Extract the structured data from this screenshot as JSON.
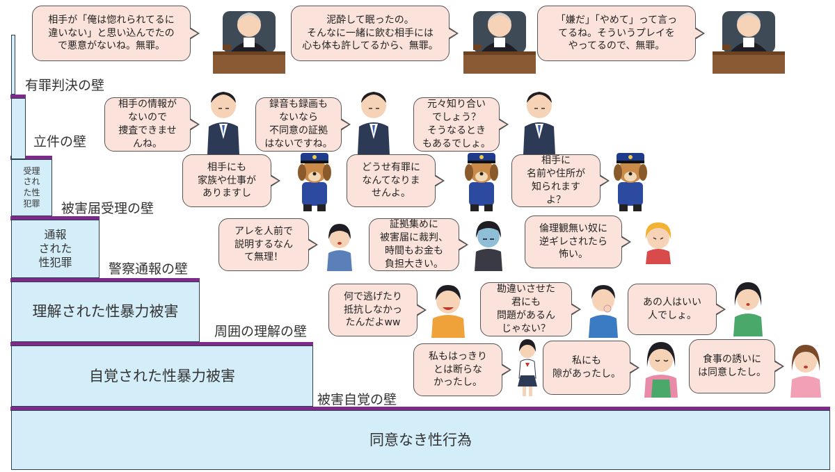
{
  "stairs": [
    {
      "id": "base",
      "label": "同意なき性行為"
    },
    {
      "id": "aware",
      "label": "自覚された性暴力被害"
    },
    {
      "id": "understood",
      "label": "理解された性暴力被害"
    },
    {
      "id": "reported",
      "label": "通報\nされた\n性犯罪"
    },
    {
      "id": "accepted",
      "label": "受理\nされ\nた性\n犯罪"
    }
  ],
  "walls": [
    {
      "id": "awareness",
      "label": "被害自覚の壁"
    },
    {
      "id": "surroundings",
      "label": "周囲の理解の壁"
    },
    {
      "id": "police-report",
      "label": "警察通報の壁"
    },
    {
      "id": "complaint",
      "label": "被害届受理の壁"
    },
    {
      "id": "prosecution",
      "label": "立件の壁"
    },
    {
      "id": "conviction",
      "label": "有罪判決の壁"
    }
  ],
  "bubbles": {
    "judge": [
      "相手が「俺は惚れられてるに\n違いない」と思い込んでたの\nで悪意がないね。無罪。",
      "泥酔して眠ったの。\nそんなに一緒に飲む相手には\n心も体も許してるから、無罪。",
      "「嫌だ」「やめて」って言っ\nてるね。そういうプレイを\nやってるので、無罪。"
    ],
    "prosecutor": [
      "相手の情報が\nないので\n捜査できませ\nんね。",
      "録音も録画も\nないなら\n不同意の証拠\nはないですね。",
      "元々知り合い\nでしょう？\nそうなるとき\nもあるでしょ。"
    ],
    "police": [
      "相手にも\n家族や仕事が\nありますし",
      "どうせ有罪に\nなんてなりま\nせんよ。",
      "相手に\n名前や住所が\n知られます\nよ？"
    ],
    "victim_report": [
      "アレを人前で\n説明するなん\nて無理！",
      "証拠集めに\n被害届に裁判、\n時間もお金も\n負担大きい。",
      "倫理観無い奴に\n逆ギレされたら\n怖い。"
    ],
    "surroundings": [
      "何で逃げたり\n抵抗しなかっ\nたんだよww",
      "勘違いさせた\n君にも\n問題があるん\nじゃない？",
      "あの人はいい\n人でしょ。"
    ],
    "self": [
      "私もはっきり\nとは断らな\nかったし。",
      "私にも\n隙があったし。",
      "食事の誘いに\nは同意したし。"
    ]
  },
  "colors": {
    "stair_fill": "#d4eef9",
    "stair_cap": "#7e2a8a",
    "bubble_fill": "#fbe3db"
  }
}
